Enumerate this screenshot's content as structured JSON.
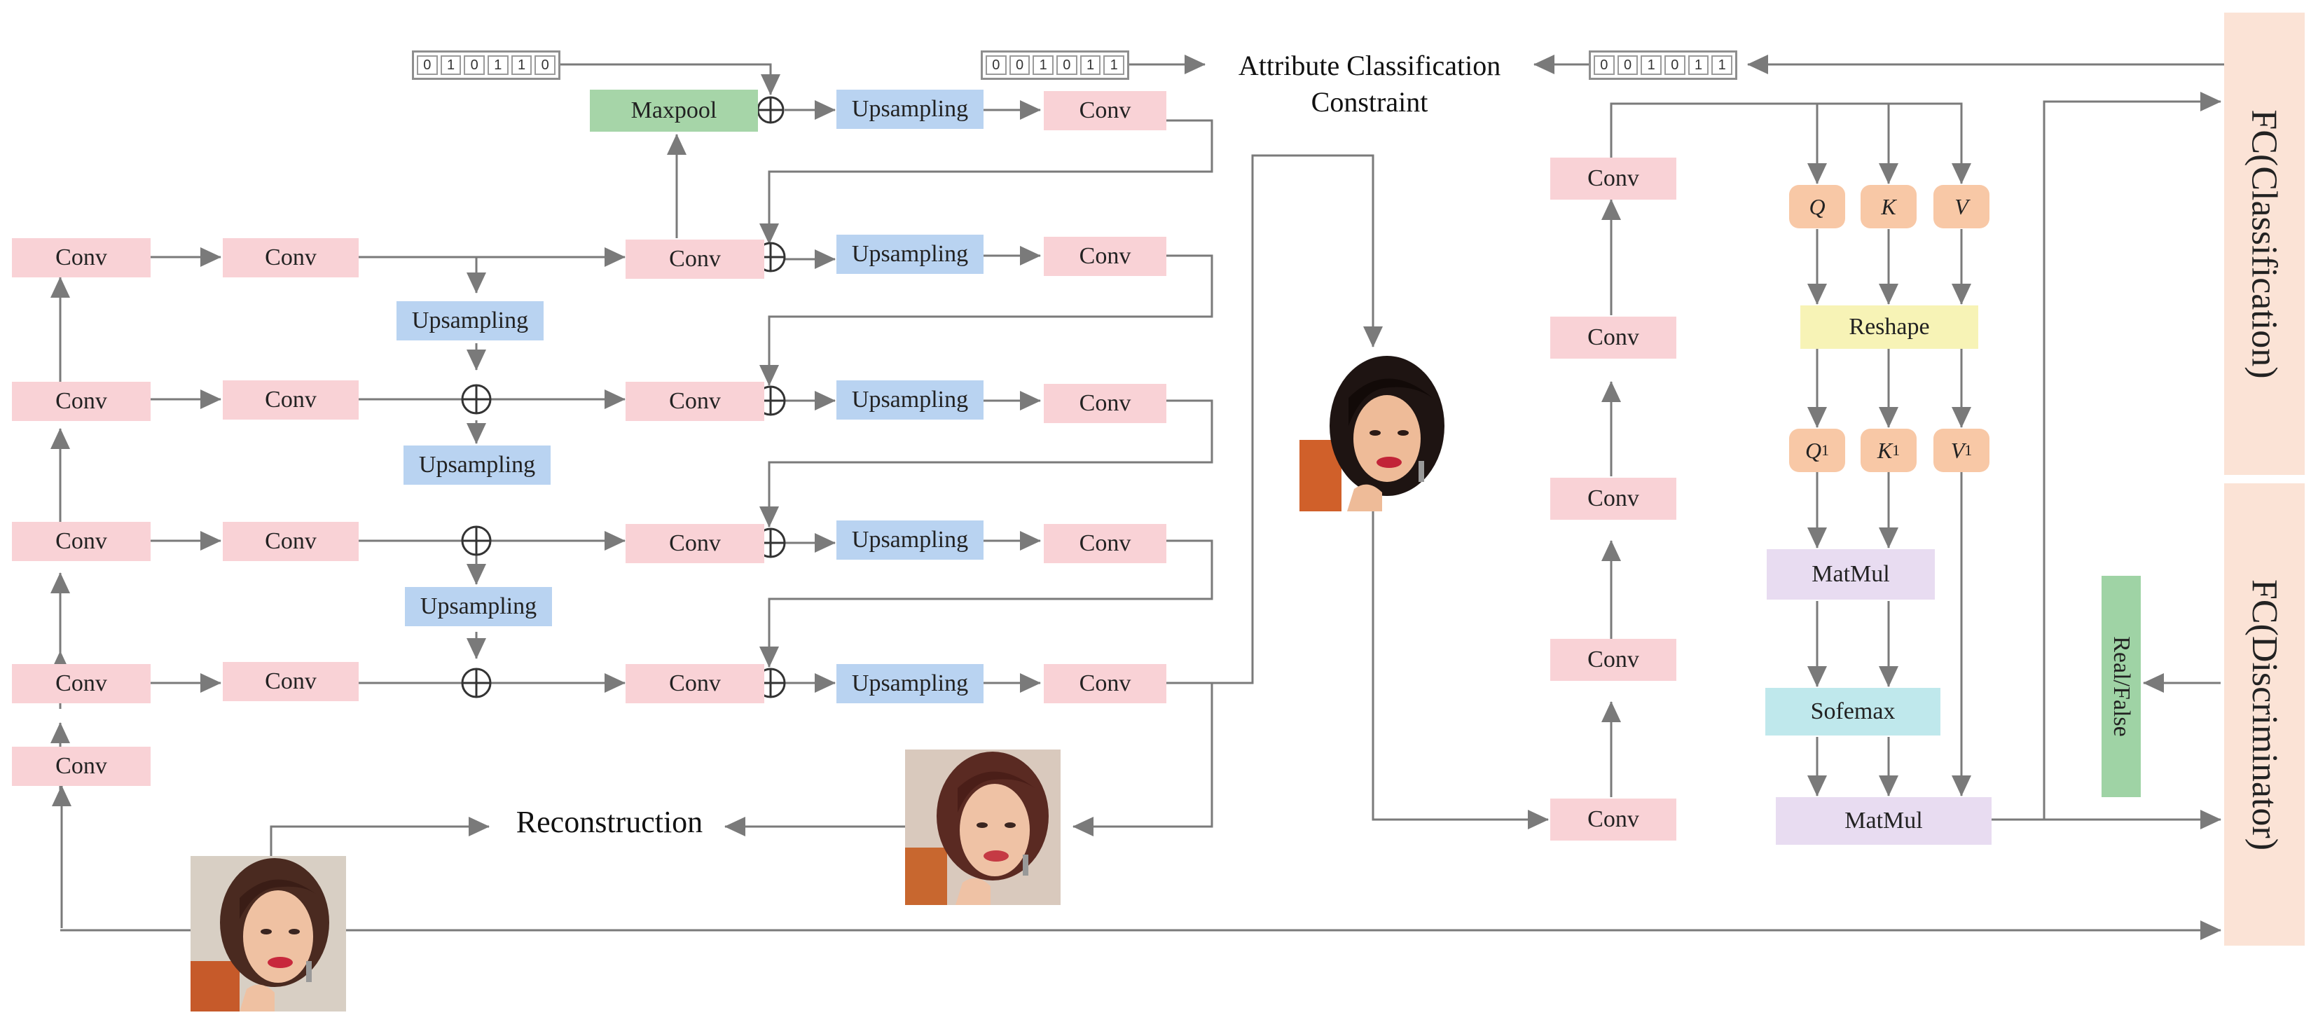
{
  "labels": {
    "conv": "Conv",
    "upsampling": "Upsampling",
    "maxpool": "Maxpool",
    "reshape": "Reshape",
    "matmul": "MatMul",
    "softmax": "Sofemax",
    "reconstruction": "Reconstruction",
    "attr_line1": "Attribute Classification",
    "attr_line2": "Constraint",
    "fc_classification": "FC(Classification)",
    "fc_discriminator": "FC(Discriminator)",
    "real_false": "Real/False",
    "q": "Q",
    "k": "K",
    "v": "V",
    "sub1": "1"
  },
  "attribute_vectors": {
    "input": [
      "0",
      "1",
      "0",
      "1",
      "1",
      "0"
    ],
    "middle": [
      "0",
      "0",
      "1",
      "0",
      "1",
      "1"
    ],
    "right": [
      "0",
      "0",
      "1",
      "0",
      "1",
      "1"
    ]
  },
  "colors": {
    "conv": "#f9d2d6",
    "upsampling": "#b9d3f1",
    "maxpool": "#a6d5a8",
    "qkv": "#f8c8a6",
    "reshape": "#f7f3b6",
    "matmul": "#e8dcf1",
    "softmax": "#bfe8ec",
    "fc": "#fbe3d6",
    "real_false": "#9fd3a5",
    "arrow": "#7a7a7a"
  }
}
